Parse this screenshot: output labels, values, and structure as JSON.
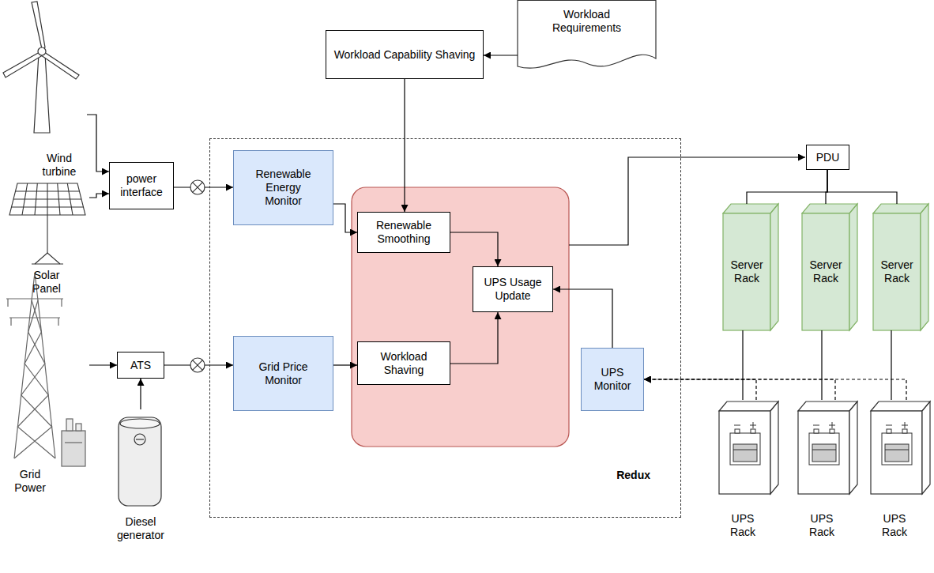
{
  "diagram": {
    "nodes": [
      {
        "text": [
          "Wind turbine"
        ]
      },
      {
        "text": [
          "Workload Capability Shaving"
        ]
      },
      {
        "text": [
          "Workload Requirements"
        ]
      },
      {
        "text": [
          "power interface"
        ]
      },
      {
        "text": [
          "Solar Panel"
        ]
      },
      {
        "text": [
          "Redux"
        ]
      },
      {
        "text": [
          "Renewable Energy Monitor"
        ],
        "in": 5
      },
      {
        "text": [
          "Renewable Smoothing"
        ],
        "in": 5
      },
      {
        "text": [
          "UPS Usage Update"
        ],
        "in": 5
      },
      {
        "text": [
          "Grid Price Monitor"
        ],
        "in": 5
      },
      {
        "text": [
          "Workload Shaving"
        ],
        "in": 5
      },
      {
        "text": [
          "UPS Monitor"
        ],
        "in": 5
      },
      {
        "text": [
          "PDU"
        ]
      },
      {
        "text": [
          "Server Rack"
        ]
      },
      {
        "text": [
          "Server Rack"
        ]
      },
      {
        "text": [
          "Server Rack"
        ]
      },
      {
        "text": [
          "Grid Power"
        ]
      },
      {
        "text": [
          "ATS"
        ]
      },
      {
        "text": [
          "Diesel generator"
        ]
      },
      {
        "text": [
          "UPS Rack"
        ]
      },
      {
        "text": [
          "UPS Rack"
        ]
      },
      {
        "text": [
          "UPS Rack"
        ]
      }
    ],
    "edges": [
      {
        "from": 0,
        "to": 3,
        "arrow": "to"
      },
      {
        "from": 4,
        "to": 3,
        "arrow": "to"
      },
      {
        "from": 3,
        "to": 6,
        "arrow": "to"
      },
      {
        "from": 16,
        "to": 17,
        "arrow": "to"
      },
      {
        "from": 18,
        "to": 17,
        "arrow": "to"
      },
      {
        "from": 17,
        "to": 9,
        "arrow": "to"
      },
      {
        "from": 2,
        "to": 1,
        "arrow": "to"
      },
      {
        "from": 1,
        "to": 7,
        "arrow": "to"
      },
      {
        "from": 6,
        "to": 7,
        "arrow": "to"
      },
      {
        "from": 9,
        "to": 10,
        "arrow": "to"
      },
      {
        "from": 7,
        "to": 8,
        "arrow": "to"
      },
      {
        "from": 10,
        "to": 8,
        "arrow": "to"
      },
      {
        "from": 11,
        "to": 8,
        "arrow": "to"
      },
      {
        "from": 12,
        "to": 13,
        "arrow": "none"
      },
      {
        "from": 12,
        "to": 14,
        "arrow": "none"
      },
      {
        "from": 12,
        "to": 15,
        "arrow": "none"
      },
      {
        "from": 13,
        "to": 19,
        "arrow": "none"
      },
      {
        "from": 14,
        "to": 20,
        "arrow": "none"
      },
      {
        "from": 15,
        "to": 21,
        "arrow": "none"
      },
      {
        "from": 19,
        "to": 11,
        "arrow": "to"
      },
      {
        "from": 20,
        "to": 11,
        "arrow": "to"
      },
      {
        "from": 21,
        "to": 11,
        "arrow": "to"
      }
    ]
  }
}
